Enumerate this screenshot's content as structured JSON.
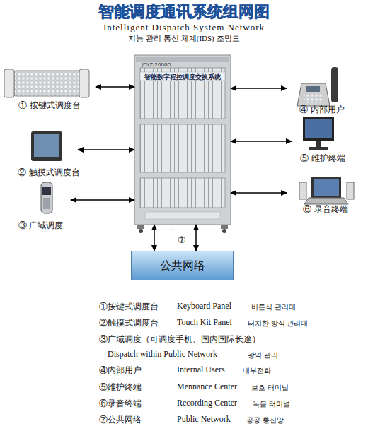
{
  "diagram": {
    "title": "智能调度通讯系统组网图",
    "nodes": [
      {
        "text": [
          "JDYZ-2000D",
          "智能数字程控调度交换系统"
        ]
      },
      {
        "text": [
          "① 按键式调度台"
        ]
      },
      {
        "text": [
          "② 触摸式调度台"
        ]
      },
      {
        "text": [
          "③ 广域调度"
        ]
      },
      {
        "text": [
          "④ 内部用户"
        ]
      },
      {
        "text": [
          "⑤ 维护终端"
        ]
      },
      {
        "text": [
          "⑥ 录音终端"
        ]
      },
      {
        "text": [
          "公共网络"
        ]
      }
    ],
    "edges": [
      {
        "from": 1,
        "to": 0,
        "arrow": "both"
      },
      {
        "from": 2,
        "to": 0,
        "arrow": "both"
      },
      {
        "from": 3,
        "to": 0,
        "arrow": "both"
      },
      {
        "from": 0,
        "to": 4,
        "arrow": "both"
      },
      {
        "from": 0,
        "to": 5,
        "arrow": "both"
      },
      {
        "from": 0,
        "to": 6,
        "arrow": "both"
      },
      {
        "from": 0,
        "to": 7,
        "arrow": "both"
      },
      {
        "from": 0,
        "to": 7,
        "arrow": "both"
      }
    ],
    "labels": [
      "Intelligent Dispatch System Network",
      "지능 관리 통신 체계(IDS) 조망도",
      "⑦",
      "......",
      "①按键式调度台",
      "Keyboard Panel",
      "버튼식 관리대",
      "②触摸式调度台",
      "Touch Kit Panel",
      "터치한 방식 관리대",
      "③广域调度（可调度手机、国内国际长途）",
      "Dispatch within Public Network",
      "광역 관리",
      "④内部用户",
      "Internal Users",
      "내부전화",
      "⑤维护终端",
      "Mennance Center",
      "보호 터미널",
      "⑥录音终端",
      "Recording Center",
      "녹음 터미널",
      "⑦公共网络",
      "Public Network",
      "공공 통신망"
    ]
  }
}
